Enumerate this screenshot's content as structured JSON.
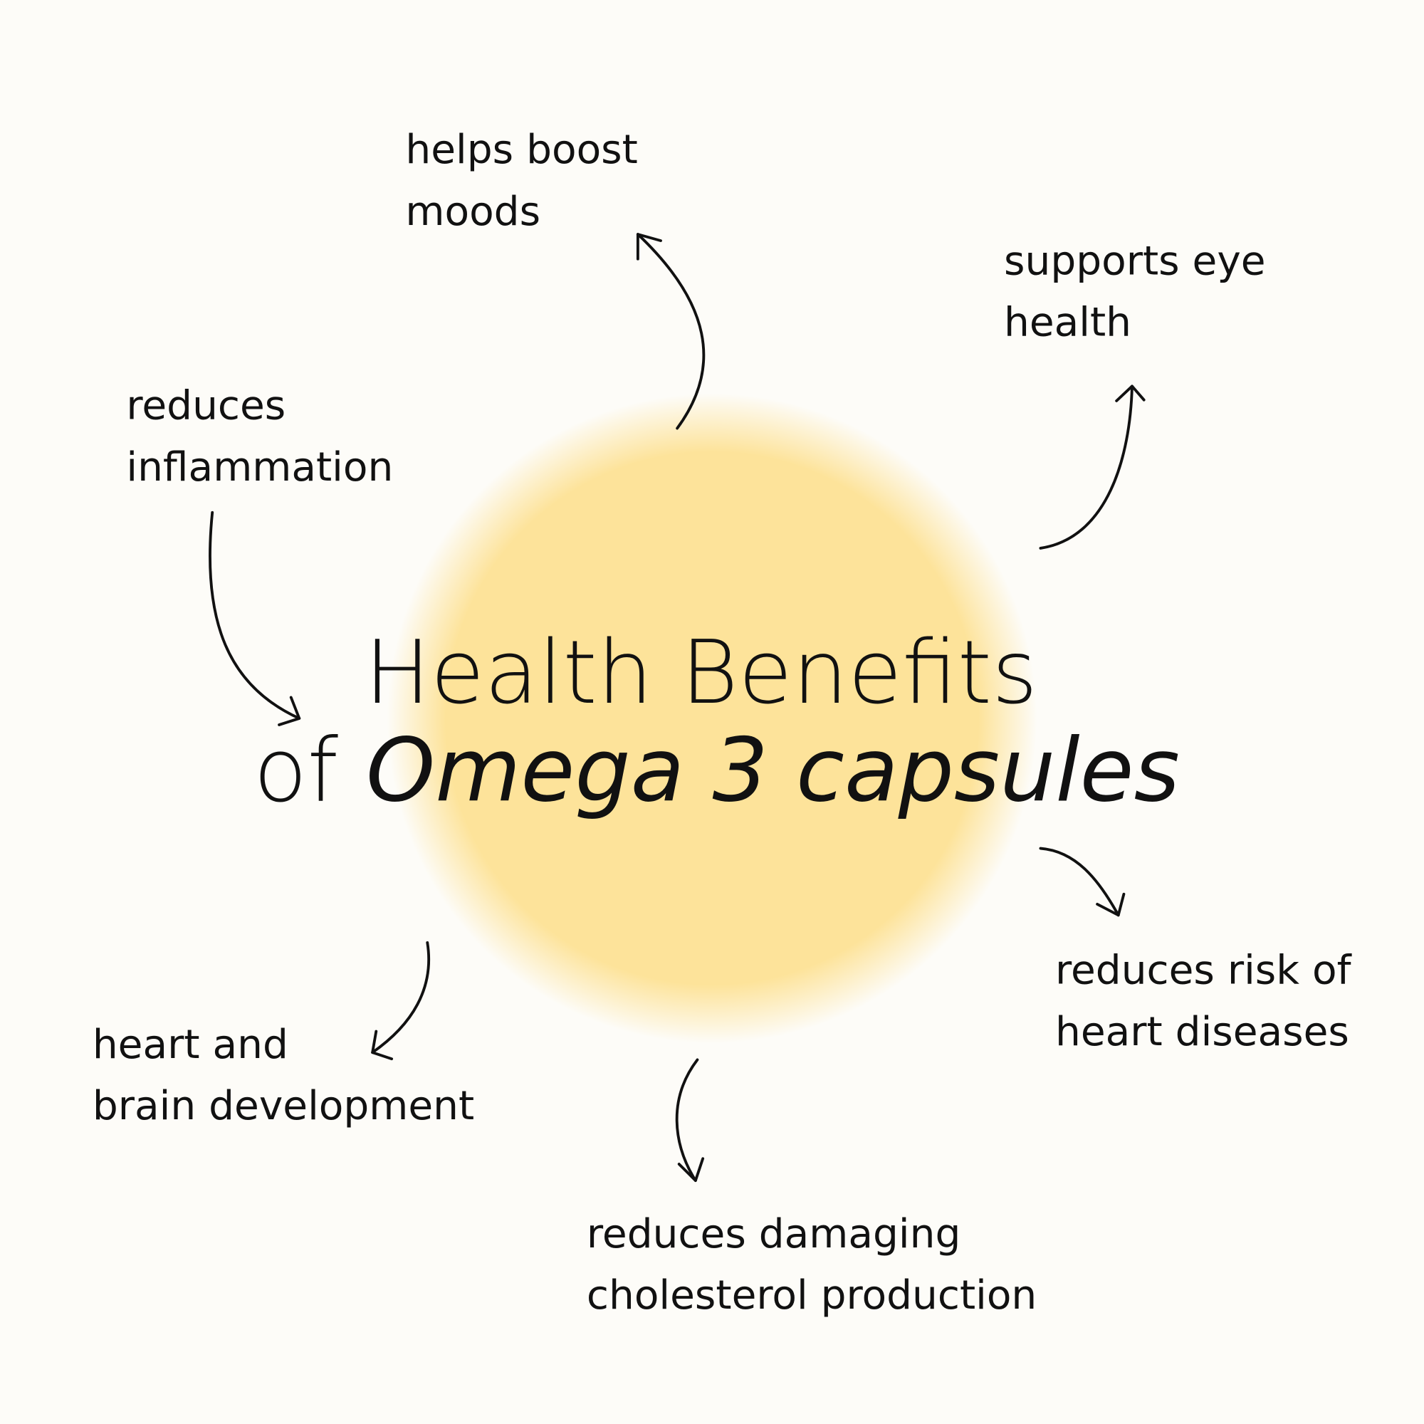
{
  "title": {
    "line1": "Health Benefits",
    "line2_prefix": "of",
    "line2_italic": "Omega 3 capsules"
  },
  "benefits": [
    {
      "lines": [
        "helps boost",
        "moods"
      ]
    },
    {
      "lines": [
        "supports eye",
        "health"
      ]
    },
    {
      "lines": [
        "reduces",
        "inflammation"
      ]
    },
    {
      "lines": [
        "reduces risk of",
        "heart diseases"
      ]
    },
    {
      "lines": [
        "heart and",
        "brain development"
      ]
    },
    {
      "lines": [
        "reduces damaging",
        "cholesterol production"
      ]
    }
  ],
  "colors": {
    "background": "#fdfcf8",
    "glow": "#fde39a",
    "text": "#111111"
  }
}
